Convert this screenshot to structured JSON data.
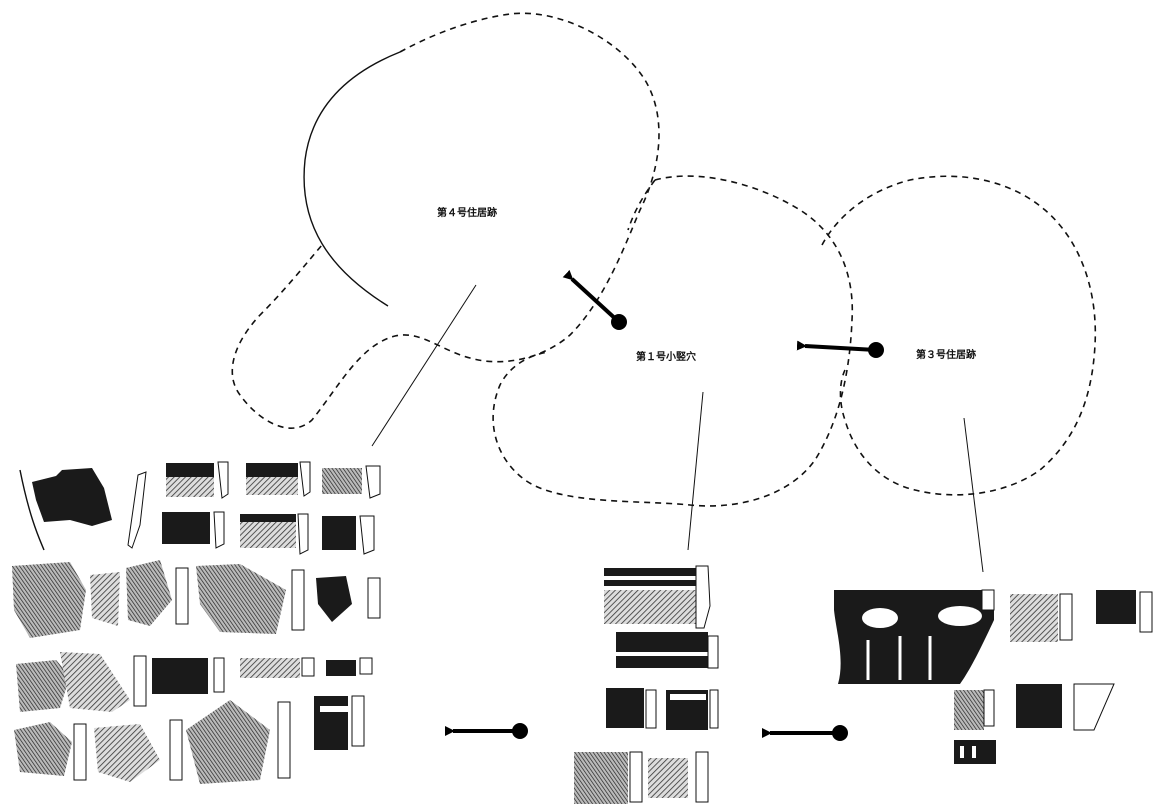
{
  "features": {
    "pit_house_4": "第４号住居跡",
    "small_pit_1": "第１号小竪穴",
    "pit_house_3": "第３号住居跡"
  },
  "colors": {
    "line": "#111111",
    "arrow": "#000000",
    "sherd_dark": "#1a1a1a",
    "sherd_light": "#9a9a9a"
  }
}
